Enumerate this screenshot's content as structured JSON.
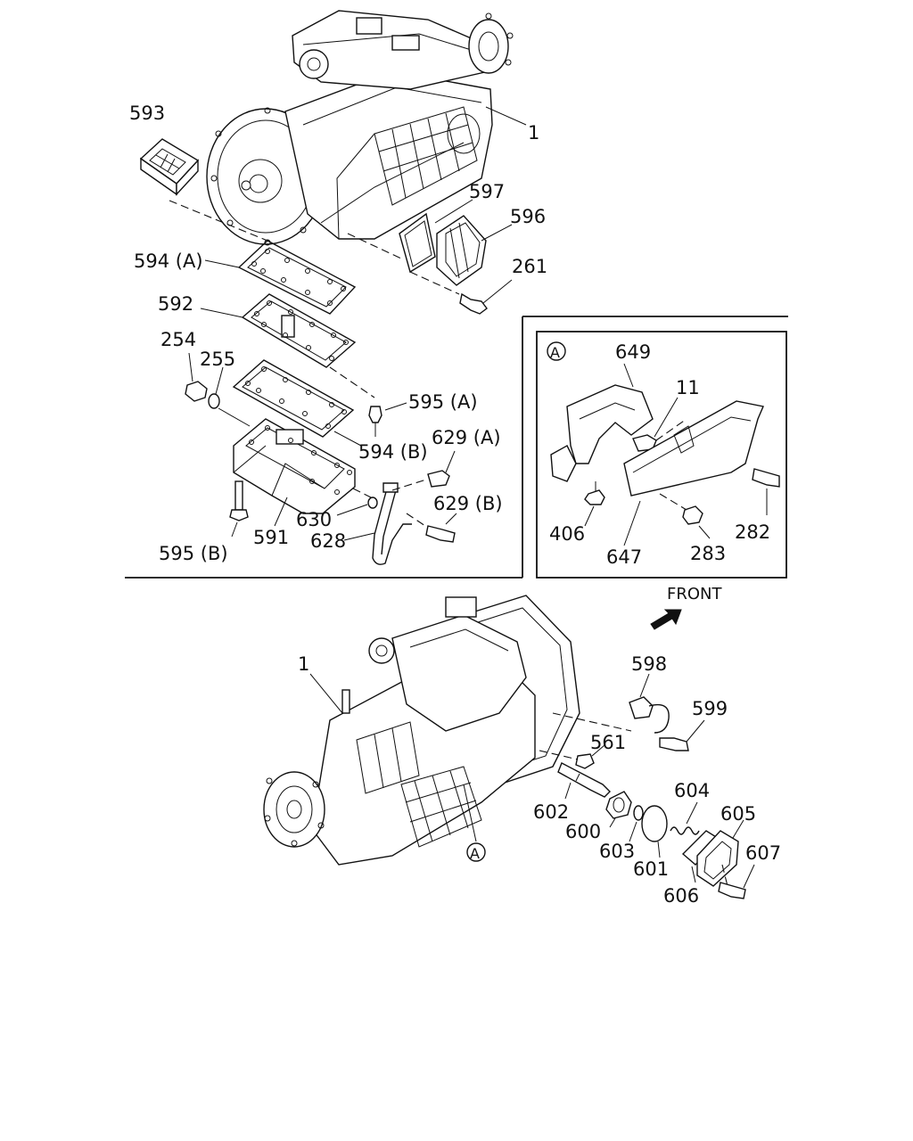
{
  "labels": {
    "l1_top": "1",
    "l593": "593",
    "l597": "597",
    "l596": "596",
    "l594a": "594 (A)",
    "l261": "261",
    "l592": "592",
    "l254": "254",
    "l255": "255",
    "l595a": "595 (A)",
    "l594b": "594 (B)",
    "l629a": "629 (A)",
    "l630": "630",
    "l629b": "629 (B)",
    "l591": "591",
    "l628": "628",
    "l595b": "595 (B)",
    "inset_marker": "A",
    "l649": "649",
    "l11": "11",
    "l406": "406",
    "l647": "647",
    "l283": "283",
    "l282": "282",
    "front": "FRONT",
    "l1_bottom": "1",
    "l598": "598",
    "l599": "599",
    "l561": "561",
    "l602": "602",
    "l600": "600",
    "l603": "603",
    "l601": "601",
    "l604": "604",
    "l605": "605",
    "l606": "606",
    "l607": "607",
    "view_marker": "A"
  },
  "icons": {
    "front_arrow": "arrow-icon",
    "inset_badge": "circle-letter-icon"
  }
}
